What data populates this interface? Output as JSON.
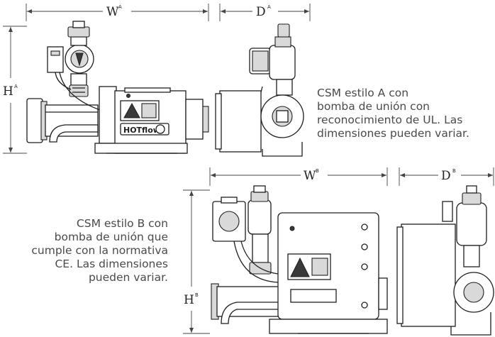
{
  "dimensions": {
    "width_a": {
      "main": "W",
      "sup": "A"
    },
    "depth_a": {
      "main": "D",
      "sup": "A"
    },
    "height_a": {
      "main": "H",
      "sup": "A"
    },
    "width_b": {
      "main": "W",
      "sup": "B"
    },
    "depth_b": {
      "main": "D",
      "sup": "B"
    },
    "height_b": {
      "main": "H",
      "sup": "B"
    }
  },
  "captions": {
    "style_a": [
      "CSM estilo A con",
      "bomba de unión con",
      "reconocimiento de UL. Las",
      "dimensiones pueden variar."
    ],
    "style_b": [
      "CSM estilo B con",
      "bomba de unión que",
      "cumple con la normativa",
      "CE. Las dimensiones",
      "pueden variar."
    ]
  },
  "product": {
    "logo": "HOTflow",
    "icons": [
      "warning-triangle-icon"
    ]
  },
  "colors": {
    "line": "#1e1e1e",
    "text": "#4a4a4a",
    "shade": "#d9d9d9"
  }
}
